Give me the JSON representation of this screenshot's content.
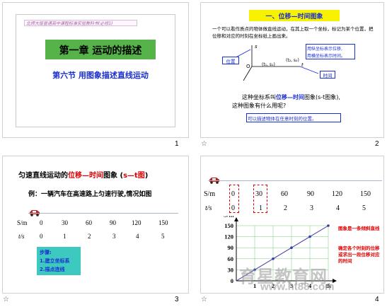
{
  "colors": {
    "green_box": "#56b34a",
    "title_blue": "#1a2fd0",
    "red": "#e00000",
    "purple": "#6a00a0",
    "yellow": "#f8f200",
    "gray_line": "#a9b7c6"
  },
  "slide1": {
    "header_text": "北师大版普通高中课程标准实验教科书(必修1)",
    "chapter_title": "第一章 运动的描述",
    "section_title": "第六节 用图象描述直线运动",
    "page_number": "1"
  },
  "slide2": {
    "title": "一、位移—时间图象",
    "intro": "一个可以看作质点的物体做直线运动，在其上取一个坐标，标记为某个位置，把位移和对应的时刻在坐标纸上画出来。",
    "label_position": "位置",
    "label_time": "时间",
    "axis_s": "s",
    "axis_t": "t",
    "origin": "O",
    "pt1": "(t₁, s₁)",
    "pt2": "(t₂, s₂)",
    "note_lines": [
      "用纵坐标表示位移,",
      "用横坐标表示时间。"
    ],
    "q1_prefix": "这种坐标系叫",
    "q1_highlight": "位移—时间",
    "q1_suffix": "图象(s-t图象),",
    "q2": "这种图象有什么用呢?",
    "answer": "可以描述物体在任意时刻的位置。",
    "page_number": "2",
    "star": "☆"
  },
  "slide3": {
    "title_prefix": "匀速直线运动的",
    "title_highlight1": "位移—时间",
    "title_mid": "图象 (",
    "title_highlight2": "s—t图",
    "title_suffix": ")",
    "example": "例：一辆汽车在高速路上匀速行驶,情况如图",
    "row_s_label": "S/m",
    "row_t_label": "t/s",
    "s_values": [
      "0",
      "30",
      "60",
      "90",
      "120",
      "150"
    ],
    "t_values": [
      "0",
      "1",
      "2",
      "3",
      "4",
      "5"
    ],
    "steps_title": "步骤:",
    "steps": [
      "1.建立坐标系",
      "2.描点连线"
    ],
    "page_number": "3",
    "star": "☆"
  },
  "slide4": {
    "row_s_label": "S/m",
    "row_t_label": "t/s",
    "s_values": [
      "0",
      "30",
      "60",
      "90",
      "120",
      "150"
    ],
    "t_values": [
      "0",
      "1",
      "2",
      "3",
      "4",
      "5"
    ],
    "y_axis_label": "S/m",
    "x_axis_label": "t/s",
    "y_ticks": [
      "150",
      "120",
      "90",
      "60",
      "30",
      "0"
    ],
    "x_ticks": [
      "1",
      "2",
      "3",
      "4",
      "5"
    ],
    "note1": "图象是一条倾斜直线",
    "note2": "确定各个时刻的位移或求出一段位移对应的时间",
    "page_number": "4",
    "star": "☆"
  },
  "watermark": {
    "cn": "育星教育网",
    "url": "www.ht88.com"
  },
  "chart_data": {
    "type": "line",
    "title": "",
    "xlabel": "t/s",
    "ylabel": "S/m",
    "x": [
      0,
      1,
      2,
      3,
      4,
      5
    ],
    "series": [
      {
        "values": [
          0,
          30,
          60,
          90,
          120,
          150
        ]
      }
    ],
    "xlim": [
      0,
      5
    ],
    "ylim": [
      0,
      150
    ],
    "grid": true
  }
}
